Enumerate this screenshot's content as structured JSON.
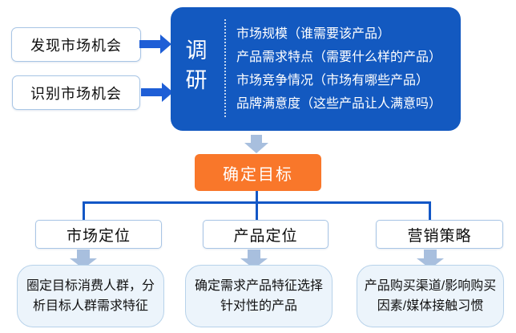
{
  "sources": [
    {
      "label": "发现市场机会"
    },
    {
      "label": "识别市场机会"
    }
  ],
  "research": {
    "title": "调研",
    "items": [
      "市场规模（谁需要该产品）",
      "产品需求特点（需要什么样的产品）",
      "市场竞争情况（市场有哪些产品）",
      "品牌满意度（这些产品让人满意吗）"
    ]
  },
  "goal": {
    "label": "确定目标"
  },
  "branches": [
    {
      "label": "市场定位",
      "detail": "圈定目标消费人群，分析目标人群需求特征"
    },
    {
      "label": "产品定位",
      "detail": "确定需求产品特征选择针对性的产品"
    },
    {
      "label": "营销策略",
      "detail": "产品购买渠道/影响购买因素/媒体接触习惯"
    }
  ],
  "colors": {
    "panel_blue": "#1359c0",
    "arrow_blue": "#1e5ed6",
    "connector_blue": "#1357c6",
    "soft_arrow_blue": "#a8bfde",
    "box_border_blue": "#a8c5e5",
    "detail_fill": "#ecf4fb",
    "accent_orange": "#f9772a"
  }
}
